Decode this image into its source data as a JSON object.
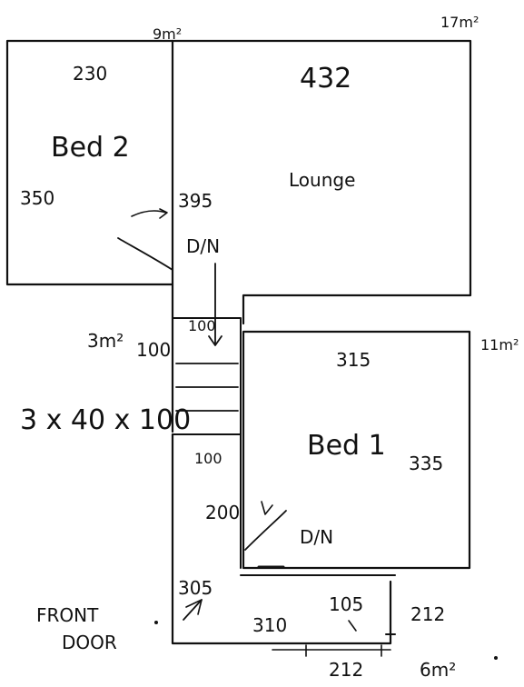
{
  "rooms": {
    "bed2": {
      "name": "Bed 2",
      "width": "230",
      "depth": "350",
      "area": "9m²"
    },
    "lounge": {
      "name": "Lounge",
      "width": "432",
      "depth": "395",
      "area": "17m²"
    },
    "bed1": {
      "name": "Bed 1",
      "width": "315",
      "depth": "335",
      "area": "11m²"
    },
    "hall": {
      "top": "100",
      "side": "100",
      "area": "3m²"
    },
    "lower_hall": {
      "width": "100",
      "length": "200"
    },
    "entry": {
      "width": "310",
      "side": "305",
      "step": "105",
      "depth": "212",
      "bottom": "212",
      "area": "6m²"
    }
  },
  "annotations": {
    "stairs": "3 x 40 x 100",
    "lounge_door": "D/N",
    "bed1_door": "D/N",
    "front_door": "FRONT DOOR"
  }
}
